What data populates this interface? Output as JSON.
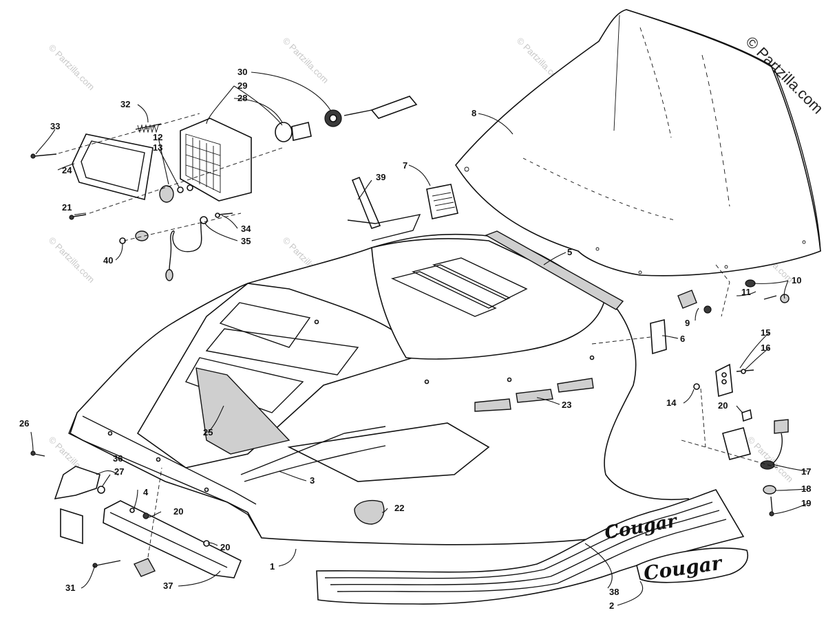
{
  "watermark": {
    "corner_text": "© Partzilla.com",
    "tile_text": "© Partzilla.com"
  },
  "decals": {
    "logo_small": "Cougar",
    "logo_large": "Cougar"
  },
  "callouts": [
    "1",
    "2",
    "3",
    "4",
    "5",
    "6",
    "7",
    "8",
    "9",
    "10",
    "11",
    "12",
    "13",
    "14",
    "15",
    "16",
    "17",
    "18",
    "19",
    "20",
    "20",
    "20",
    "20",
    "21",
    "22",
    "23",
    "24",
    "25",
    "26",
    "27",
    "28",
    "29",
    "30",
    "31",
    "32",
    "33",
    "34",
    "35",
    "36",
    "37",
    "38",
    "39",
    "40"
  ]
}
